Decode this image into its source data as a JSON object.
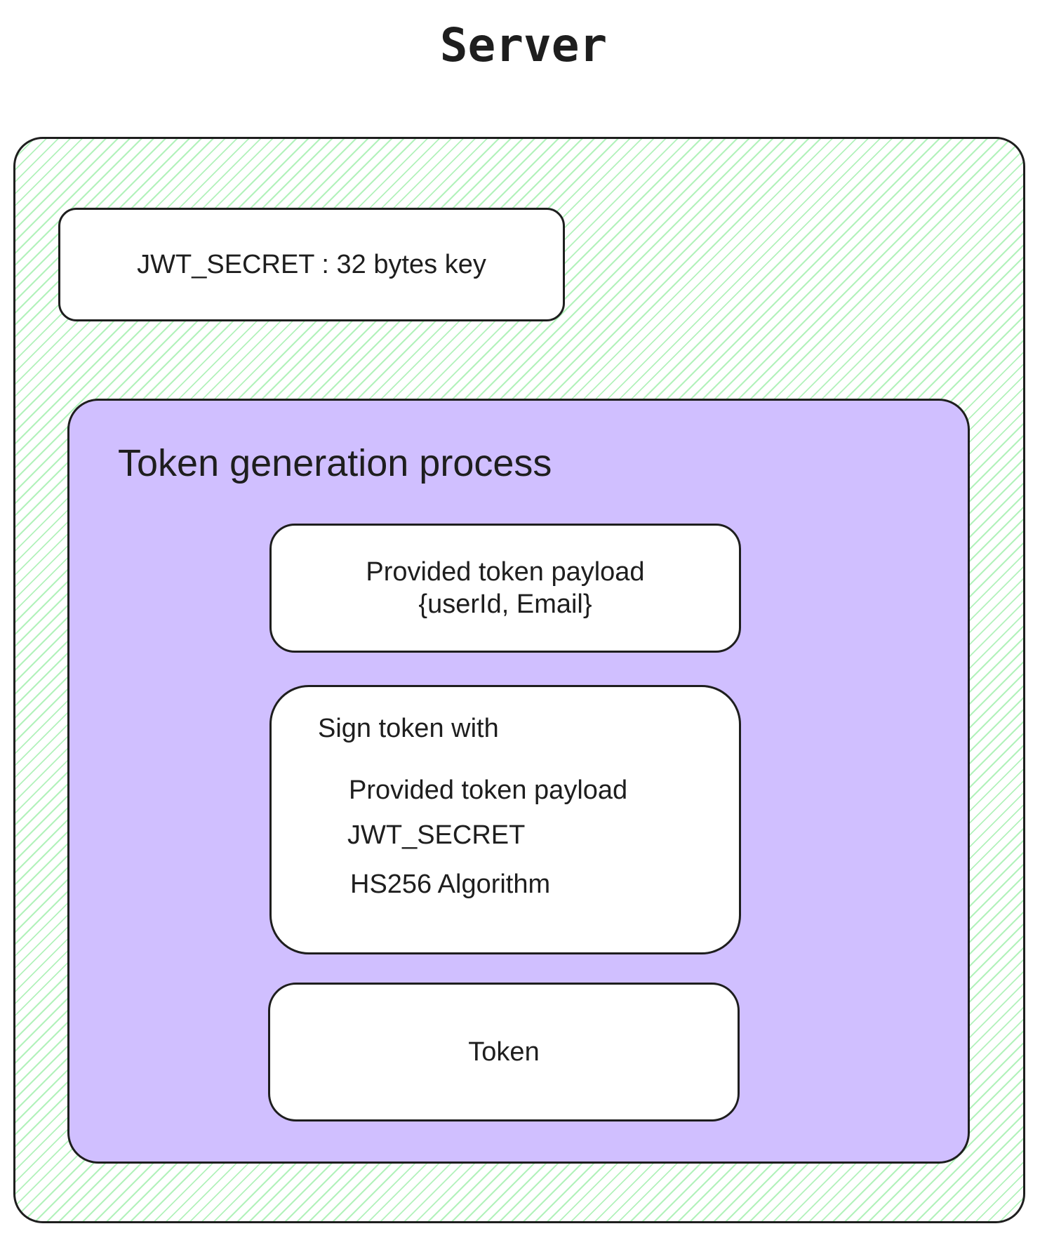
{
  "title": "Server",
  "secret": {
    "label": "JWT_SECRET : 32 bytes key"
  },
  "process": {
    "title": "Token generation process",
    "payload": {
      "line1": "Provided token payload",
      "line2": "{userId, Email}"
    },
    "sign": {
      "heading": "Sign token with",
      "items": [
        "Provided token payload",
        "JWT_SECRET",
        "HS256 Algorithm"
      ]
    },
    "token": {
      "label": "Token"
    }
  },
  "colors": {
    "stroke": "#1e1e1e",
    "server_hatch": "#b2f2bb",
    "process_fill": "#d0bfff",
    "box_fill": "#ffffff"
  }
}
